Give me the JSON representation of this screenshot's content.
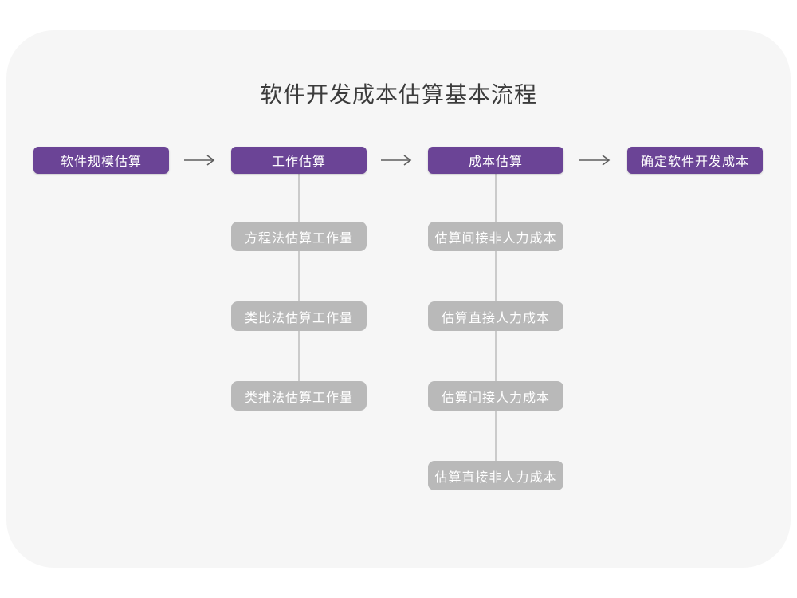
{
  "title": "软件开发成本估算基本流程",
  "colors": {
    "page_background": "#ffffff",
    "card_background": "#f6f6f6",
    "primary_node": "#6b4496",
    "sub_node": "#b9b9b9",
    "connector_line": "#cbcbcb",
    "arrow": "#5e5e5e",
    "title_text": "#3c3c3c",
    "node_text": "#ffffff"
  },
  "flow": {
    "main_steps": [
      {
        "label": "软件规模估算"
      },
      {
        "label": "工作估算"
      },
      {
        "label": "成本估算"
      },
      {
        "label": "确定软件开发成本"
      }
    ],
    "work_estimation_methods": [
      "方程法估算工作量",
      "类比法估算工作量",
      "类推法估算工作量"
    ],
    "cost_estimation_items": [
      "估算间接非人力成本",
      "估算直接人力成本",
      "估算间接人力成本",
      "估算直接非人力成本"
    ]
  }
}
